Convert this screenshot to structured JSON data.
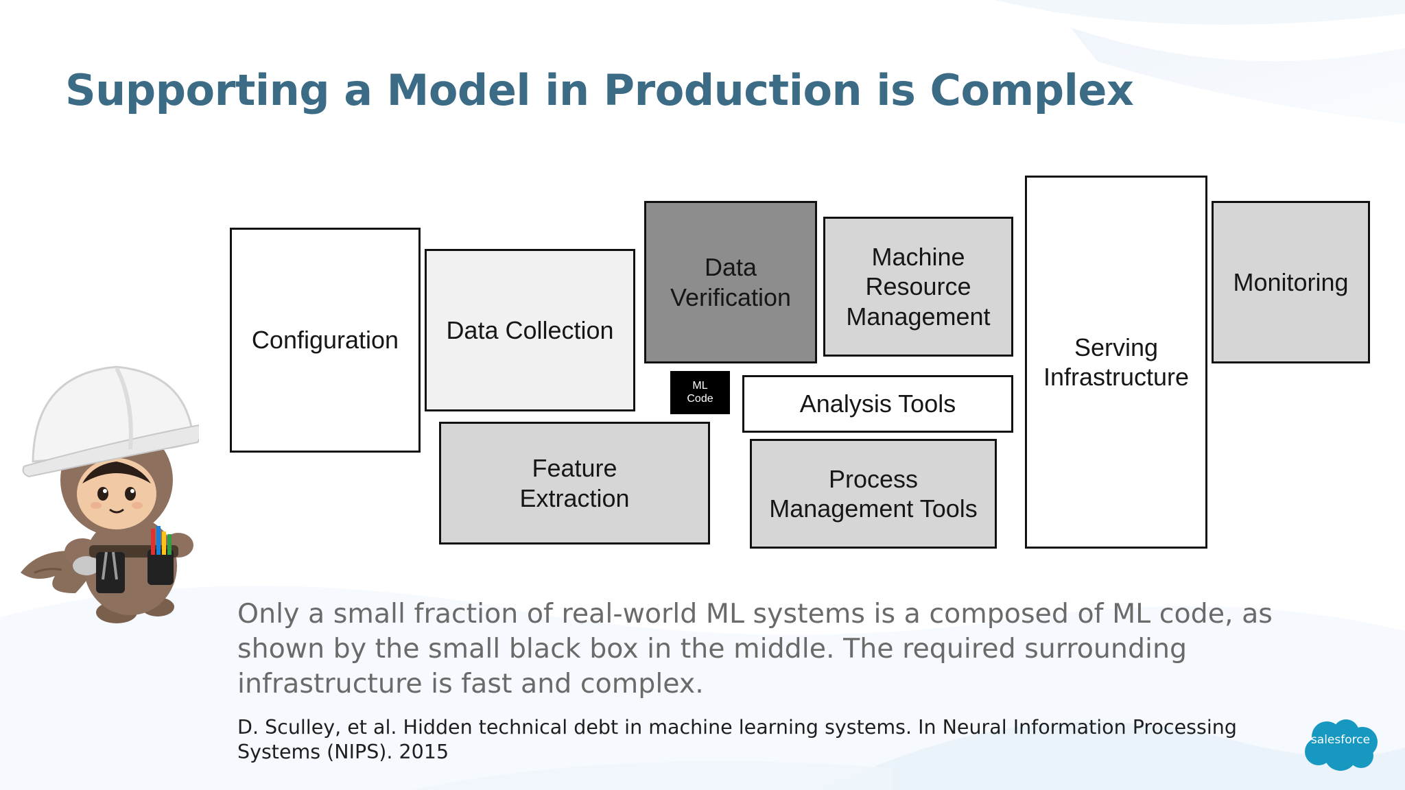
{
  "slide": {
    "title": "Supporting a Model in Production is Complex",
    "caption": "Only a small fraction of real-world ML systems is a composed of  ML code, as shown by the small black box in the middle. The required surrounding infrastructure is fast and complex.",
    "citation": "D. Sculley, et al. Hidden technical debt in machine learning systems. In Neural Information Processing Systems (NIPS). 2015"
  },
  "diagram": {
    "configuration": "Configuration",
    "data_collection": "Data Collection",
    "data_verification": "Data\nVerification",
    "machine_resource_management": "Machine\nResource\nManagement",
    "serving_infrastructure": "Serving\nInfrastructure",
    "monitoring": "Monitoring",
    "ml_code": "ML\nCode",
    "analysis_tools": "Analysis Tools",
    "feature_extraction": "Feature\nExtraction",
    "process_management_tools": "Process\nManagement Tools"
  },
  "logo": {
    "text": "salesforce"
  },
  "colors": {
    "title": "#3b6b85",
    "logo": "#1798c1",
    "ml_code_box": "#000000",
    "dark_box": "#8d8d8d",
    "mid_box": "#d6d6d6",
    "light_box": "#f1f1f1"
  },
  "icons": {
    "mascot": "astro-builder-mascot-icon",
    "logo": "salesforce-cloud-logo-icon"
  }
}
